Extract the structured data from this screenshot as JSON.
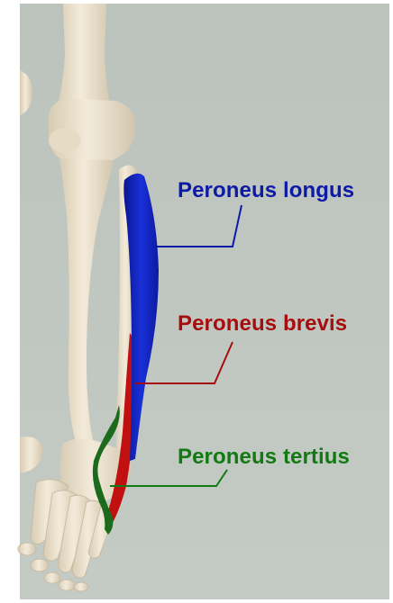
{
  "labels": {
    "longus": {
      "text": "Peroneus longus",
      "color": "#0d1aa8"
    },
    "brevis": {
      "text": "Peroneus brevis",
      "color": "#a80d0d"
    },
    "tertius": {
      "text": "Peroneus tertius",
      "color": "#127a12"
    }
  },
  "colors": {
    "background": "#bfc6c0",
    "frame": "#ffffff",
    "bone": "#ece3cf",
    "bone_shade": "#cfc4ad",
    "muscle_longus": "#1426c8",
    "muscle_brevis": "#c01010",
    "muscle_tertius": "#1c6a1c"
  }
}
